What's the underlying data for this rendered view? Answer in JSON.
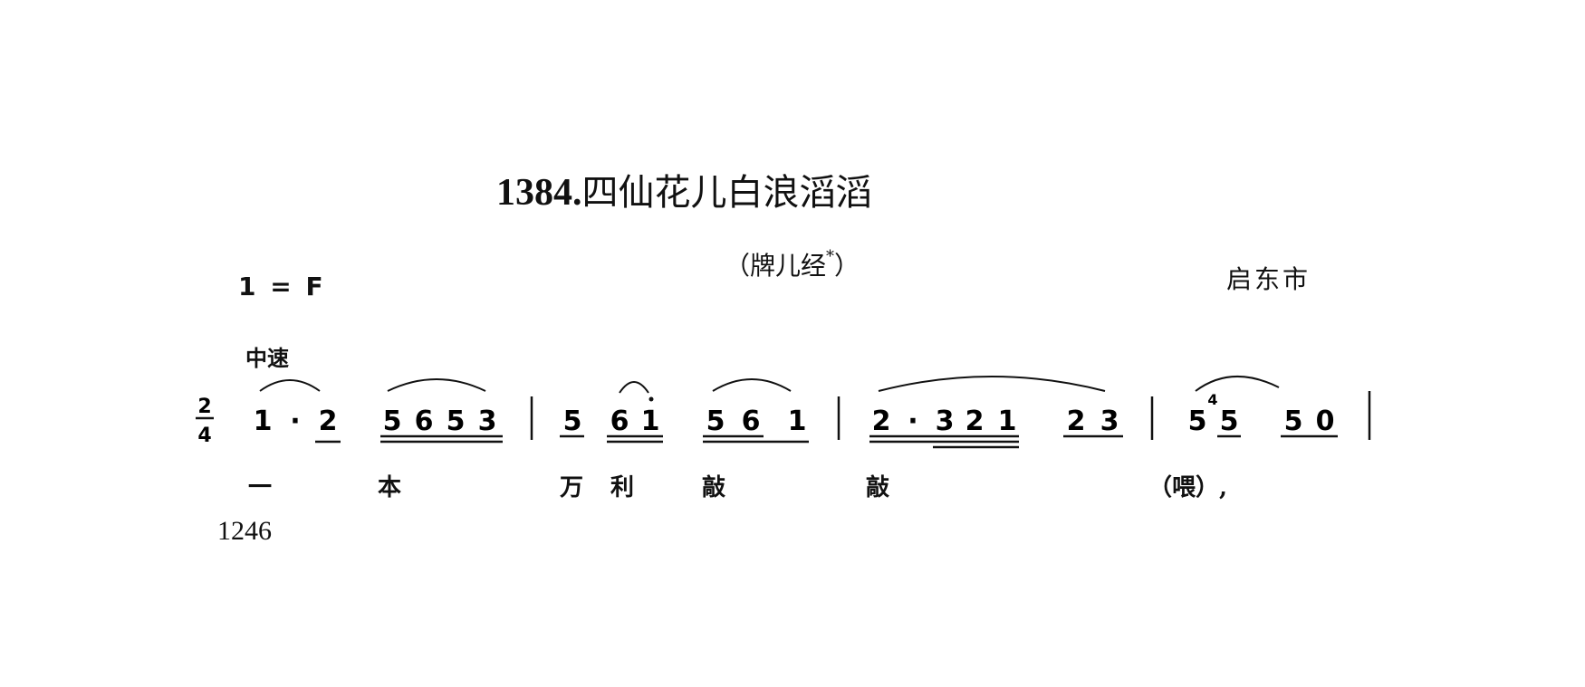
{
  "title": {
    "number": "1384.",
    "text": "四仙花儿白浪滔滔"
  },
  "subtitle": {
    "text": "（牌儿经",
    "mark": "*",
    "close": "）"
  },
  "region": "启东市",
  "key": "1 = F",
  "tempo": "中速",
  "time_signature": {
    "top": "2",
    "bottom": "4"
  },
  "lyrics": [
    "一",
    "本",
    "万",
    "利",
    "敲",
    "敲",
    "（喂）,"
  ],
  "page_number": "1246",
  "notes": {
    "m1a": "1",
    "m1b": "·",
    "m1c": "2",
    "m2a": "5",
    "m2b": "6",
    "m2c": "5",
    "m2d": "3",
    "m3a": "5",
    "m3b": "6",
    "m3c": "1",
    "m4a": "5",
    "m4b": "6",
    "m4c": "1",
    "m5a": "2",
    "m5b": "·",
    "m5c": "3",
    "m5d": "2",
    "m5e": "1",
    "m6a": "2",
    "m6b": "3",
    "m7a": "5",
    "m7grace": "4",
    "m7b": "5",
    "m8a": "5",
    "m8b": "0"
  }
}
